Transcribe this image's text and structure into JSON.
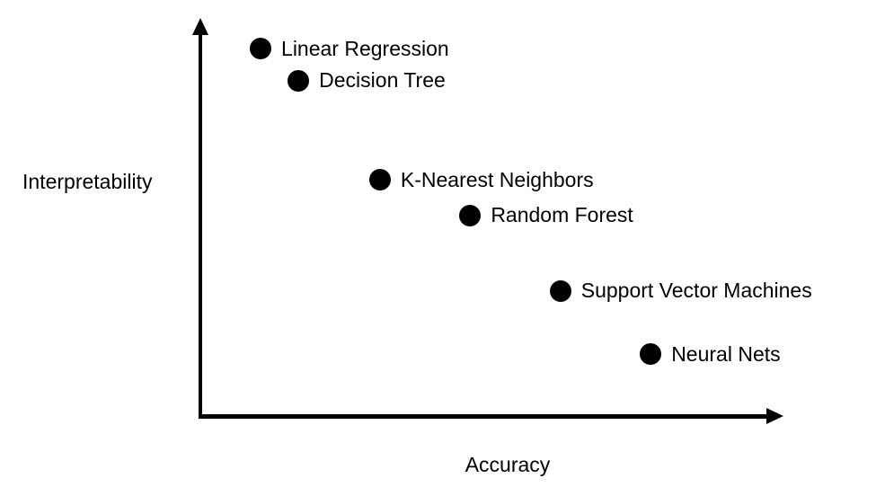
{
  "figure": {
    "background_color": "#ffffff",
    "ink_color": "#000000"
  },
  "chart_data": {
    "type": "scatter",
    "title": "",
    "xlabel": "Accuracy",
    "ylabel": "Interpretability",
    "xlim": [
      0,
      100
    ],
    "ylim": [
      0,
      100
    ],
    "grid": false,
    "axis_ticks": "none",
    "legend": "none",
    "marker": "filled-circle",
    "marker_color": "#000000",
    "marker_size_px": 24,
    "points": [
      {
        "label": "Linear Regression",
        "accuracy": 10.5,
        "interpretability": 93
      },
      {
        "label": "Decision Tree",
        "accuracy": 17,
        "interpretability": 85
      },
      {
        "label": "K-Nearest Neighbors",
        "accuracy": 31,
        "interpretability": 60
      },
      {
        "label": "Random Forest",
        "accuracy": 46.5,
        "interpretability": 51
      },
      {
        "label": "Support Vector Machines",
        "accuracy": 62,
        "interpretability": 32
      },
      {
        "label": "Neural Nets",
        "accuracy": 77.5,
        "interpretability": 16
      }
    ]
  }
}
